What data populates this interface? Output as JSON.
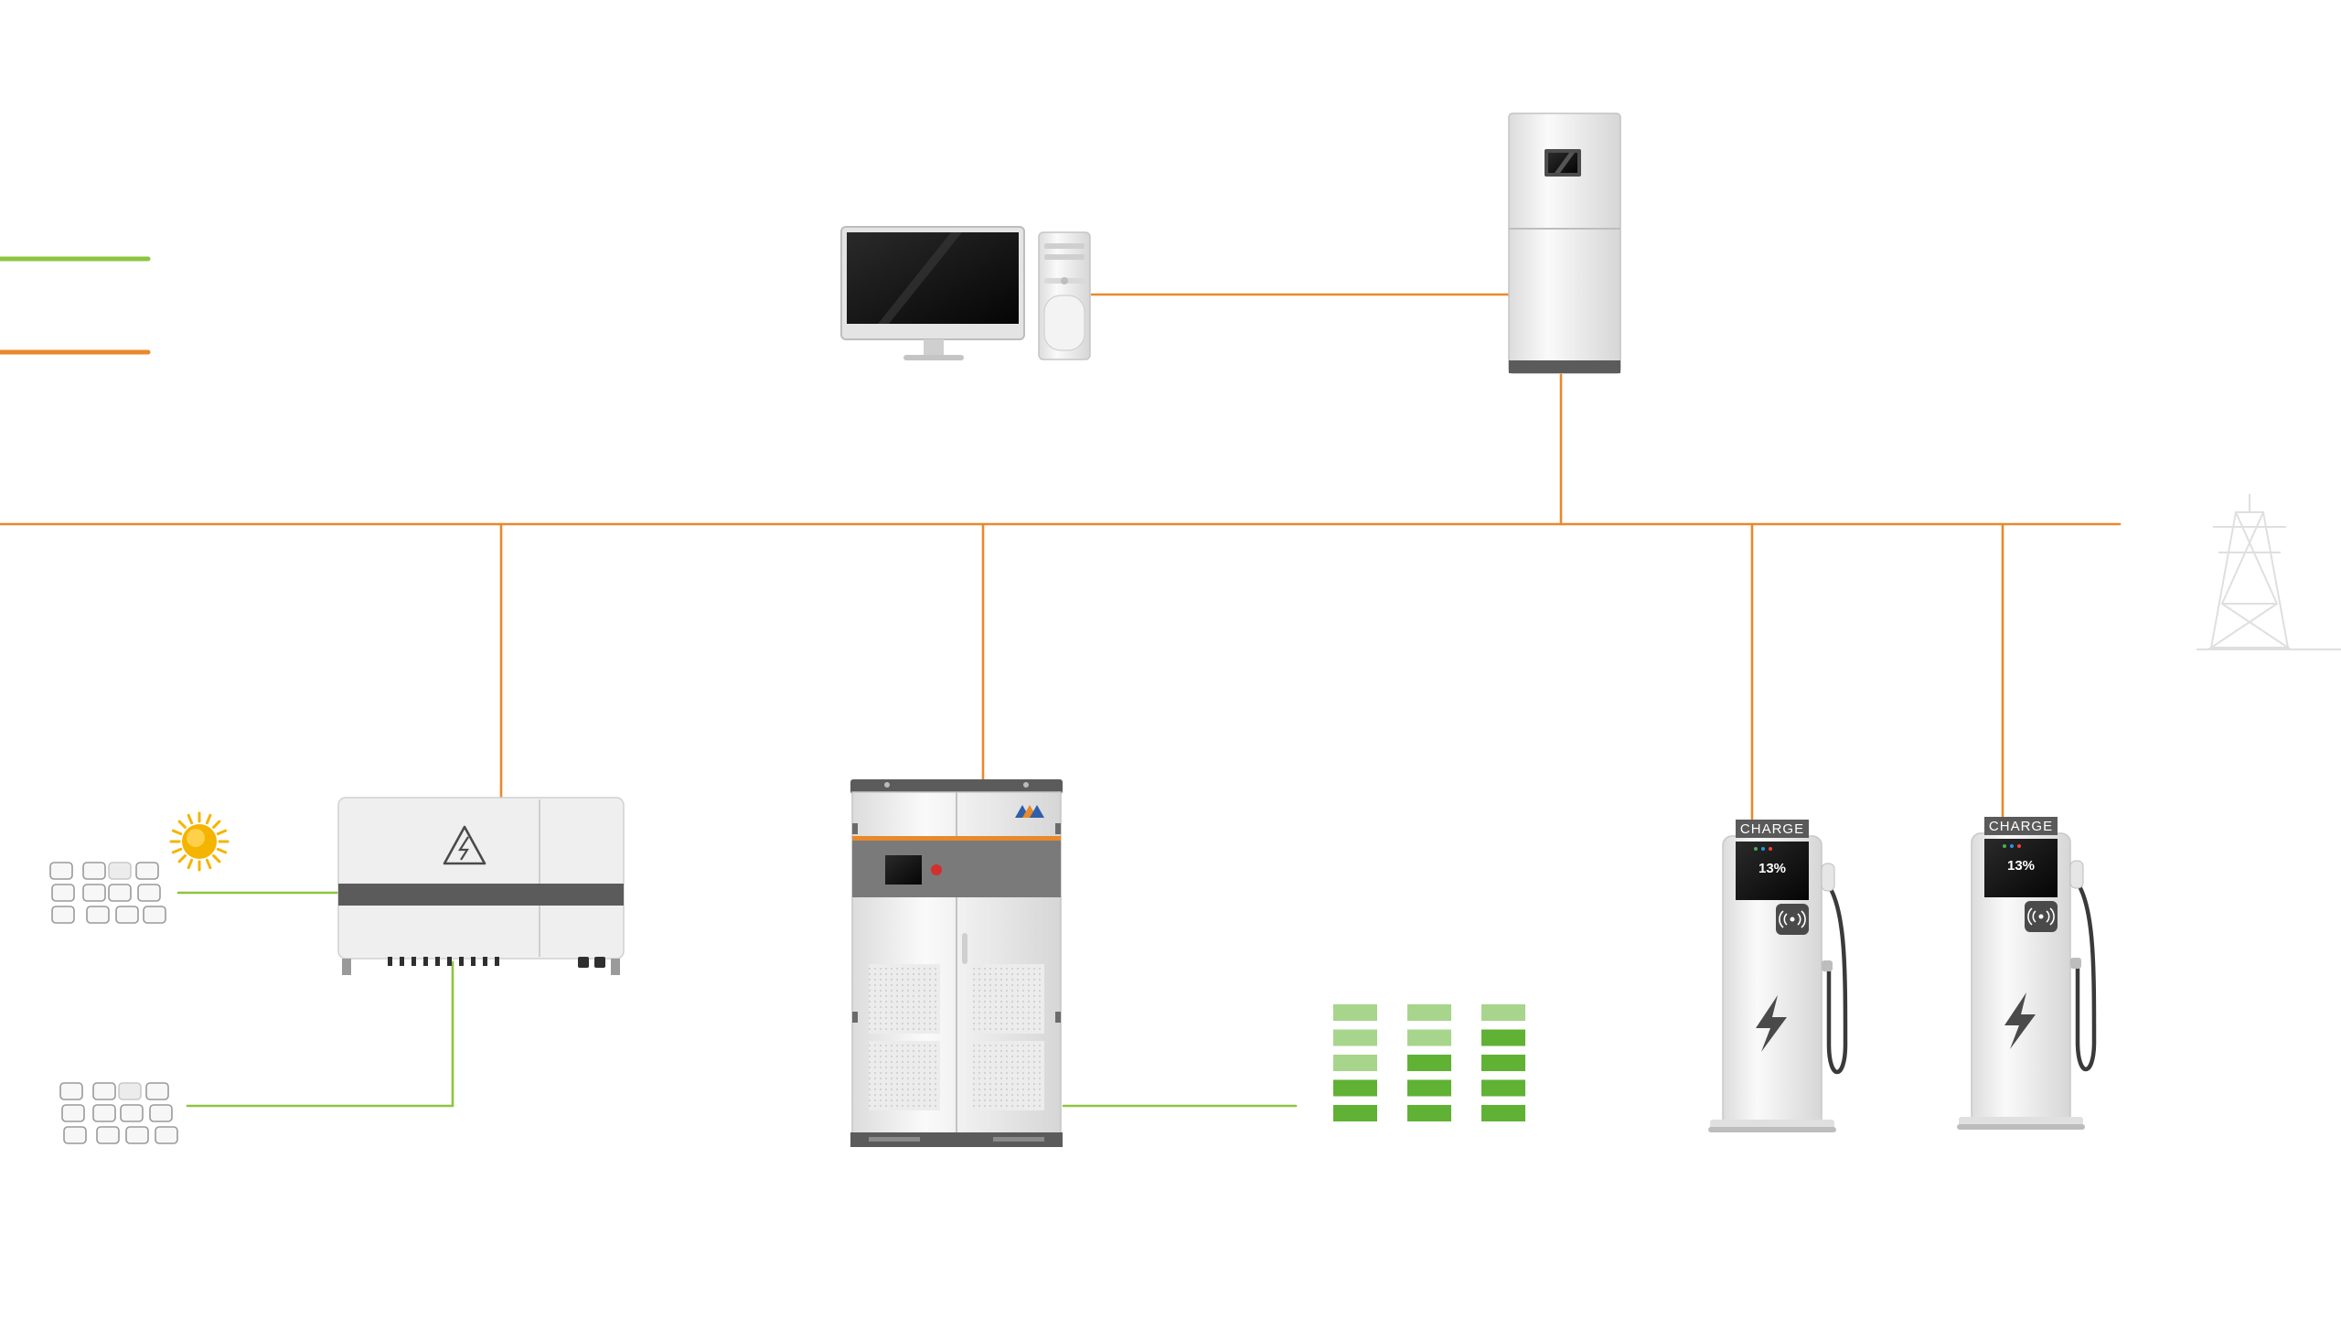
{
  "colors": {
    "ac_line": "#e8892b",
    "dc_line": "#8cc63f",
    "battery_dark": "#5fb234",
    "battery_light": "#a7d58c",
    "device_body": "#f1f1f1",
    "device_dark": "#5b5b5b",
    "accent_orange": "#e8892b",
    "sun": "#f5b400"
  },
  "icons": {
    "monitoring_computer": "desktop-computer-icon",
    "ems_cabinet": "energy-management-cabinet-icon",
    "pv_inverter": "pv-inverter-icon",
    "pcs_cabinet": "storage-converter-cabinet-icon",
    "battery_stack": "battery-stack-icon",
    "ev_charger": "ev-charger-icon",
    "grid_tower": "power-tower-icon",
    "solar_panel": "solar-panel-icon",
    "sun": "sun-icon",
    "warning": "high-voltage-warning-icon",
    "rfid": "rfid-wave-icon",
    "bolt": "lightning-bolt-icon"
  },
  "chargers": [
    {
      "brand": "CHARGE",
      "display_value": "13%"
    },
    {
      "brand": "CHARGE",
      "display_value": "13%"
    }
  ],
  "battery_columns": [
    {
      "charged_cells": 2,
      "total_cells": 5
    },
    {
      "charged_cells": 3,
      "total_cells": 5
    },
    {
      "charged_cells": 4,
      "total_cells": 5
    }
  ]
}
